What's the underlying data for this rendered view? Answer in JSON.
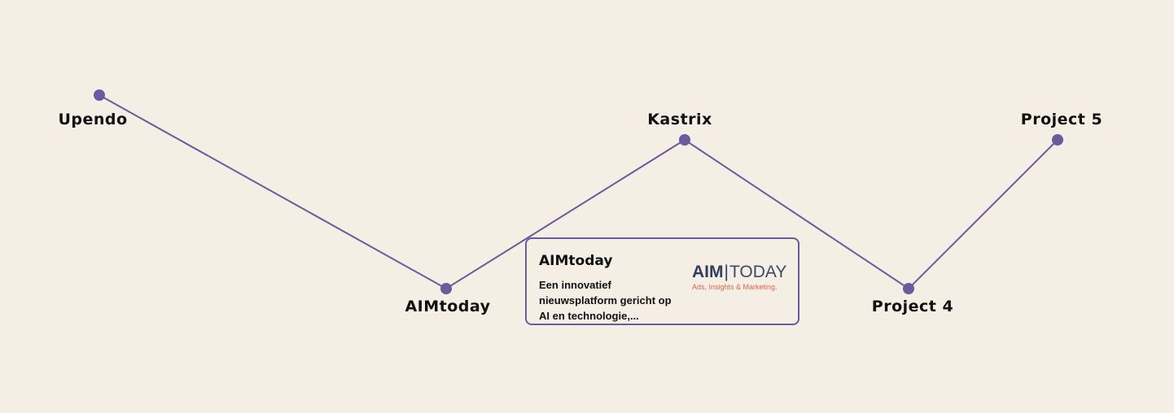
{
  "accent_color": "#6a5b9e",
  "background_color": "#f4eee5",
  "timeline": {
    "nodes": [
      {
        "label": "Upendo"
      },
      {
        "label": "AIMtoday"
      },
      {
        "label": "Kastrix"
      },
      {
        "label": "Project 4"
      },
      {
        "label": "Project 5"
      }
    ]
  },
  "card": {
    "title": "AIMtoday",
    "description": "Een innovatief nieuwsplatform gericht op AI en technologie,...",
    "logo": {
      "word1": "AIM",
      "separator": "|",
      "word2": "TODAY",
      "tagline": "Ads, Insights & Marketing."
    }
  }
}
